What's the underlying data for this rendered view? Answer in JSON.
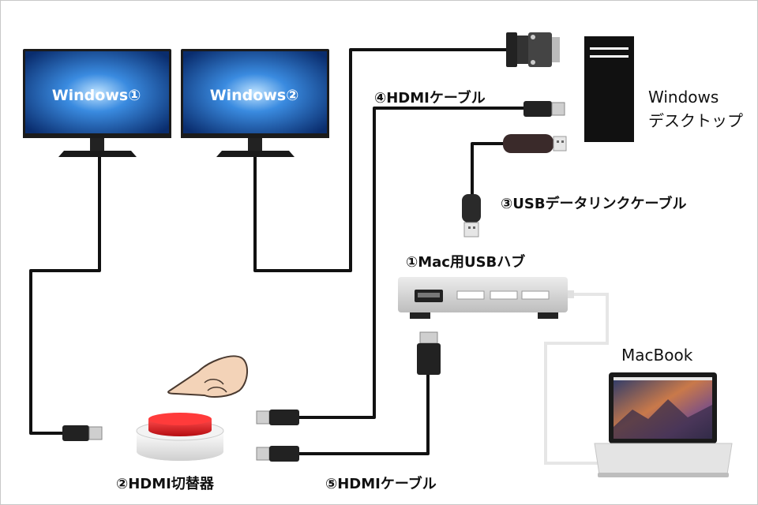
{
  "monitors": [
    {
      "label": "Windows①"
    },
    {
      "label": "Windows②"
    }
  ],
  "labels": {
    "cable4": "④HDMIケーブル",
    "desktop_line1": "Windows",
    "desktop_line2": "デスクトップ",
    "cable3": "③USBデータリンクケーブル",
    "hub": "①Mac用USBハブ",
    "macbook": "MacBook",
    "switcher": "②HDMI切替器",
    "cable5": "⑤HDMIケーブル"
  },
  "colors": {
    "cable": "#111111",
    "screen_blue": "#1d6fd0",
    "hub_body": "#d5d5d5",
    "button_red": "#d4141c",
    "desktop": "#111111"
  },
  "icons": [
    "pointing-hand-icon",
    "hdmi-plug-icon",
    "usb-plug-icon",
    "dvi-plug-icon"
  ]
}
